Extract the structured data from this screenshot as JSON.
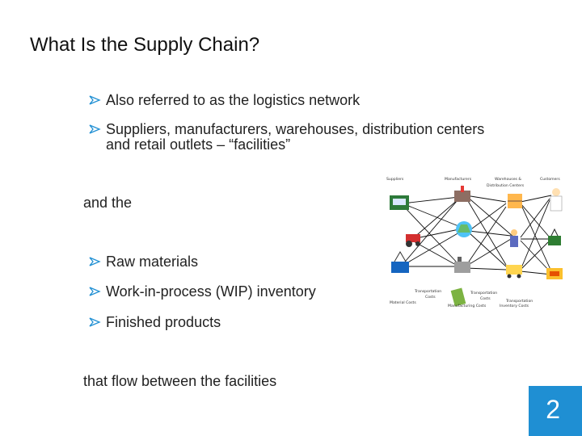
{
  "slide": {
    "title": "What Is the Supply Chain?",
    "bullets_top": [
      {
        "text": "Also referred to as the logistics network"
      },
      {
        "line1": "Suppliers, manufacturers, warehouses, distribution centers",
        "line2": "and retail outlets – “facilities”"
      }
    ],
    "and_the": "and the",
    "bullets_bottom": [
      "Raw materials",
      "Work-in-process (WIP) inventory",
      "Finished products"
    ],
    "closing": "that flow between the facilities",
    "page_number": "2",
    "accent_color": "#1f8fd3"
  },
  "diagram": {
    "columns": [
      "Suppliers",
      "Manufacturers",
      "Warehouses &",
      "Distribution Centers",
      "Customers"
    ],
    "costs": [
      "Material Costs",
      "Transportation",
      "Costs",
      "Transportation",
      "Costs",
      "Manufacturing Costs",
      "Transportation",
      "Inventory Costs"
    ]
  }
}
